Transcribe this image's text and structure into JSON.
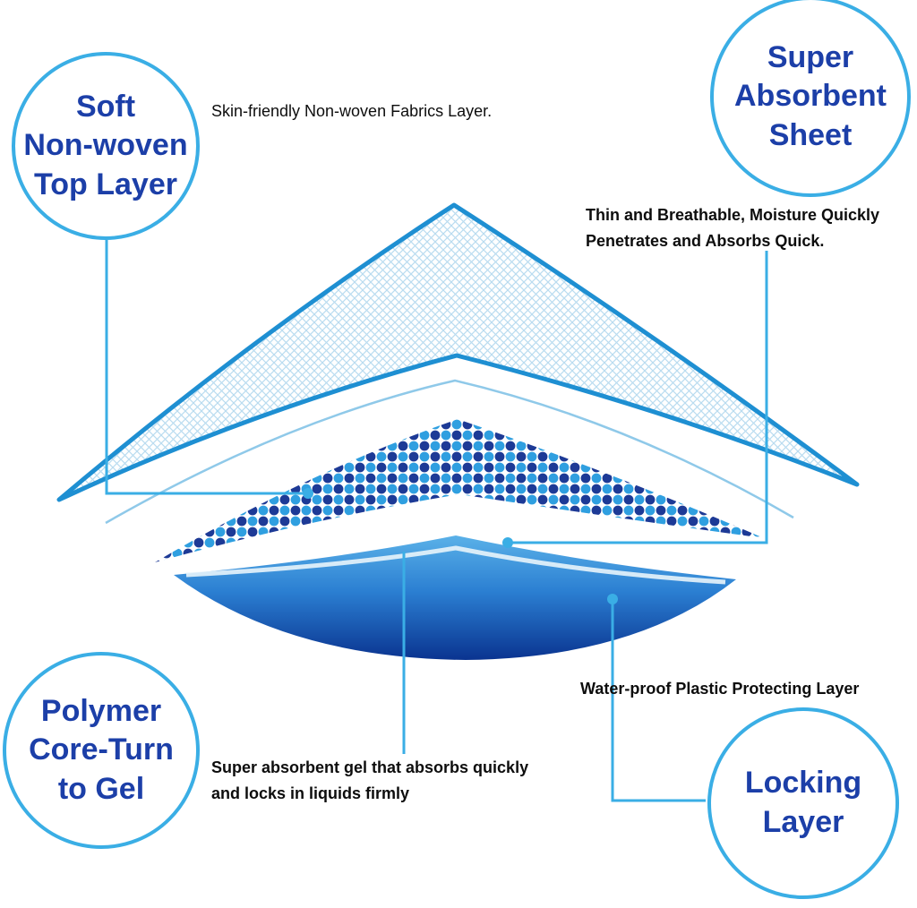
{
  "callouts": {
    "top_left": {
      "lines": [
        "Soft",
        "Non-woven",
        "Top Layer"
      ]
    },
    "top_right": {
      "lines": [
        "Super",
        "Absorbent",
        "Sheet"
      ]
    },
    "bottom_left": {
      "lines": [
        "Polymer",
        "Core-Turn",
        "to Gel"
      ]
    },
    "bottom_right": {
      "lines": [
        "Locking",
        "Layer"
      ]
    }
  },
  "annotations": {
    "top_layer_note": "Skin-friendly Non-woven Fabrics Layer.",
    "absorbent_note_line1": "Thin and Breathable, Moisture Quickly",
    "absorbent_note_line2": "Penetrates and Absorbs Quick.",
    "waterproof_note": "Water-proof Plastic Protecting Layer",
    "gel_note_line1": "Super absorbent gel that absorbs quickly",
    "gel_note_line2": "and locks in liquids firmly"
  },
  "colors": {
    "circle_border": "#3aaee5",
    "label_blue": "#1c3fa8",
    "line_blue": "#3aaee5",
    "layer_edge": "#1e8fd2",
    "mesh_blue": "#b9dcf0",
    "dot_navy": "#1d3a96",
    "dot_cyan": "#2f9fe0",
    "solid_top": "#5ab1e8",
    "solid_mid": "#2b7fd2",
    "solid_bottom": "#0a3490"
  }
}
